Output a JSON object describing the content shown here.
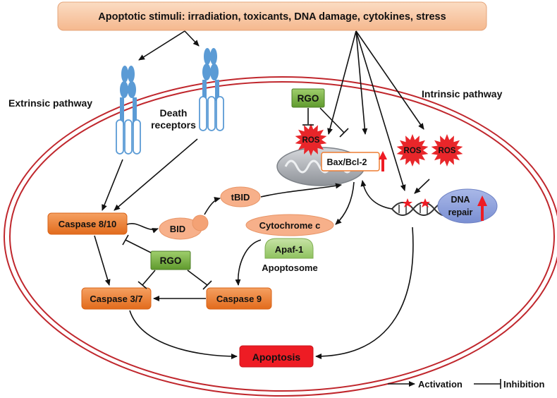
{
  "header": {
    "stimuli": "Apoptotic stimuli: irradiation, toxicants, DNA damage, cytokines, stress"
  },
  "labels": {
    "extrinsic": "Extrinsic pathway",
    "intrinsic": "Intrinsic pathway",
    "death_receptors_line1": "Death",
    "death_receptors_line2": "receptors",
    "apoptosome": "Apoptosome"
  },
  "nodes": {
    "rgo": "RGO",
    "ros": "ROS",
    "bax_bcl2": "Bax/Bcl-2",
    "caspase_8_10": "Caspase 8/10",
    "bid": "BID",
    "tbid": "tBID",
    "cytochrome_c": "Cytochrome c",
    "apaf1": "Apaf-1",
    "caspase_3_7": "Caspase 3/7",
    "caspase_9": "Caspase 9",
    "apoptosis": "Apoptosis",
    "dna_repair_line1": "DNA",
    "dna_repair_line2": "repair"
  },
  "legend": {
    "activation": "Activation",
    "inhibition": "Inhibition"
  },
  "colors": {
    "stimuli_fill": "#f8c9a4",
    "cell_border": "#c0272d",
    "rgo_fill": "#77b041",
    "caspase_fill": "#ee7d32",
    "ros_fill": "#e8262a",
    "bid_fill": "#f7b08a",
    "apoptosis_fill": "#ee1c24",
    "receptor_blue": "#5b9bd5",
    "dna_ellipse": "#8f9fd8"
  }
}
